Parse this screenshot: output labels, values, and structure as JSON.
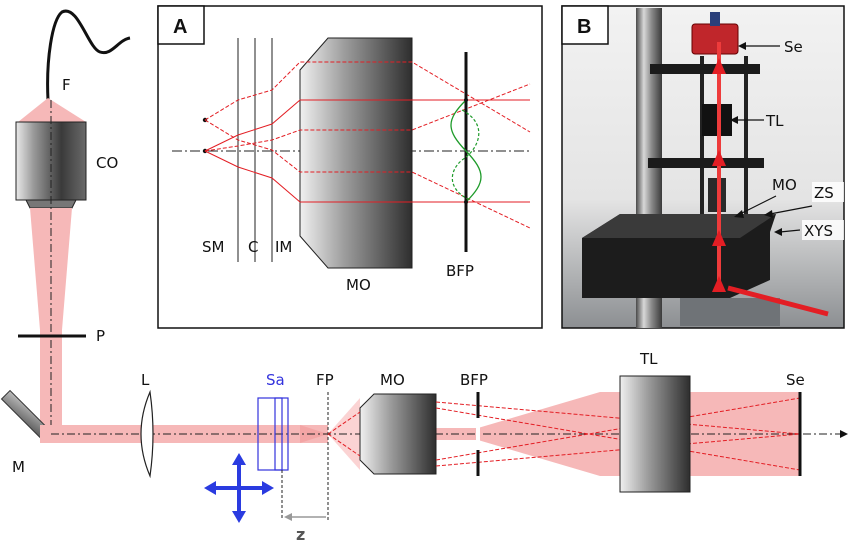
{
  "panel_a": {
    "letter": "A",
    "labels": {
      "sm": "SM",
      "c": "C",
      "im": "IM",
      "mo": "MO",
      "bfp": "BFP"
    }
  },
  "panel_b": {
    "letter": "B",
    "labels": {
      "se": "Se",
      "tl": "TL",
      "mo": "MO",
      "zs": "ZS",
      "xys": "XYS"
    }
  },
  "left_path": {
    "labels": {
      "f": "F",
      "co": "CO",
      "p": "P",
      "m": "M"
    }
  },
  "main_path": {
    "labels": {
      "l": "L",
      "sa": "Sa",
      "fp": "FP",
      "mo": "MO",
      "bfp": "BFP",
      "tl": "TL",
      "se": "Se",
      "z": "z"
    }
  },
  "colors": {
    "beam_fill": "#f6b8b8",
    "beam_line": "#e31e24",
    "sample": "#3333dd",
    "arrows": "#2a3be0",
    "z_arrow": "#999999"
  }
}
